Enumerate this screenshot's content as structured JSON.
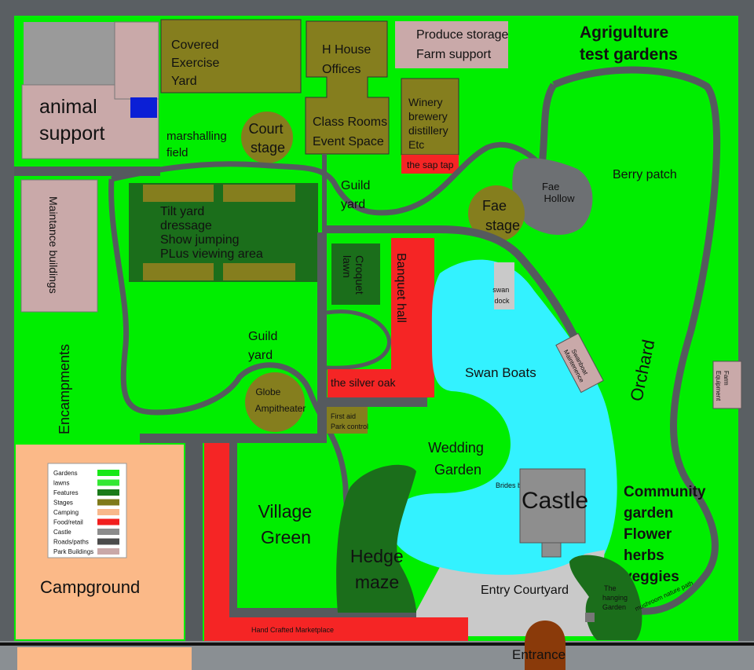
{
  "map": {
    "areas": {
      "animal_support": [
        "animal",
        "support"
      ],
      "covered_exercise_yard": [
        "Covered",
        "Exercise",
        "Yard"
      ],
      "h_house_offices": [
        "H House",
        "Offices"
      ],
      "class_rooms": [
        "Class Rooms",
        "Event Space"
      ],
      "produce_storage": [
        "Produce storage",
        "Farm support"
      ],
      "agriculture": [
        "Agrigulture",
        "test gardens"
      ],
      "winery": [
        "Winery",
        "brewery",
        "distillery",
        "Etc"
      ],
      "sap_tap": "the sap tap",
      "marshalling_field": [
        "marshalling",
        "field"
      ],
      "court_stage": [
        "Court",
        "stage"
      ],
      "guild_yard_top": [
        "Guild",
        "yard"
      ],
      "fae_hollow": [
        "Fae",
        "Hollow"
      ],
      "berry_patch": "Berry patch",
      "fae_stage": [
        "Fae",
        "stage"
      ],
      "maintenance_buildings": "Maintance buildings",
      "tilt_yard": [
        "Tilt yard",
        "dressage",
        "Show jumping",
        "PLus viewing area"
      ],
      "croquet_lawn": [
        "Croquet",
        "lawn"
      ],
      "banquet_hall": "Banquet hall",
      "swan_dock": [
        "swan",
        "dock"
      ],
      "swanboat_maintenance": [
        "Swanboat",
        "Maintenence"
      ],
      "guild_yard_mid": [
        "Guild",
        "yard"
      ],
      "swan_boats": "Swan Boats",
      "orchard": "Orchard",
      "farm_equipment": [
        "Farm",
        "Equipment"
      ],
      "silver_oak": "the silver oak",
      "globe_theater": [
        "Globe",
        "Ampitheater"
      ],
      "encampments": "Encampments",
      "first_aid": [
        "First aid",
        "Park control"
      ],
      "wedding_garden": [
        "Wedding",
        "Garden"
      ],
      "brides_bridge": "Brides bridge",
      "castle": "Castle",
      "community_garden": [
        "Community",
        "garden",
        "Flower",
        "herbs",
        "veggies"
      ],
      "village_green": [
        "Village",
        "Green"
      ],
      "hedge_maze": [
        "Hedge",
        "maze"
      ],
      "entry_courtyard": "Entry Courtyard",
      "hanging_garden": [
        "The",
        "hanging",
        "Garden"
      ],
      "mushroom_path": "mushroom nature path",
      "campground": "Campground",
      "marketplace": "Hand Crafted Marketplace",
      "entrance": "Entrance"
    },
    "legend": [
      {
        "label": "Gardens",
        "color": "#18e818"
      },
      {
        "label": "lawns",
        "color": "#33e833"
      },
      {
        "label": "Features",
        "color": "#1a7a1a"
      },
      {
        "label": "Stages",
        "color": "#7f7a1a"
      },
      {
        "label": "Camping",
        "color": "#f8b88b"
      },
      {
        "label": "Food/retail",
        "color": "#f21e1e"
      },
      {
        "label": "Castle",
        "color": "#8c8c8c"
      },
      {
        "label": "Roads/paths",
        "color": "#4b4b4b"
      },
      {
        "label": "Park Buildings",
        "color": "#c9a8a8"
      }
    ],
    "colors": {
      "garden": "#00ee00",
      "feature": "#1b6e1b",
      "stage": "#857e1e",
      "camping": "#fbb988",
      "food": "#f52525",
      "castle": "#8e8e8e",
      "road": "#555a5e",
      "building": "#c9a9a9",
      "water": "#33f2ff",
      "courtyard": "#c9c9c9",
      "entrance_door": "#8a3a0a"
    }
  }
}
